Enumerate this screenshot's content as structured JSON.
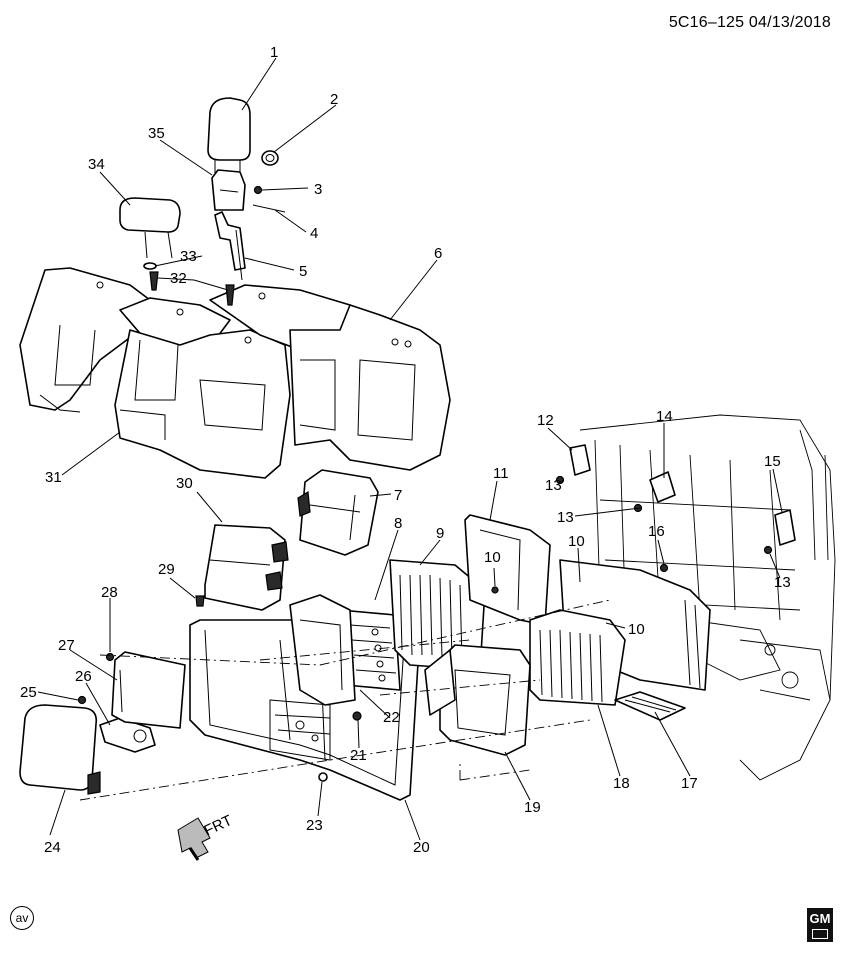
{
  "header": {
    "diagram_id": "5C16–125",
    "date": "04/13/2018"
  },
  "callouts": [
    "1",
    "2",
    "3",
    "4",
    "5",
    "6",
    "7",
    "8",
    "9",
    "10",
    "10",
    "10",
    "11",
    "12",
    "13",
    "13",
    "13",
    "14",
    "15",
    "16",
    "17",
    "18",
    "19",
    "20",
    "21",
    "22",
    "23",
    "24",
    "25",
    "26",
    "27",
    "28",
    "29",
    "30",
    "31",
    "32",
    "33",
    "34",
    "35"
  ],
  "orientation": {
    "label": "FRT",
    "icon": "front-direction-arrow-icon"
  },
  "footer": {
    "left_logo": {
      "text": "av",
      "icon": "av-circle-logo"
    },
    "right_logo": {
      "text": "GM",
      "icon": "gm-brand-logo"
    }
  }
}
